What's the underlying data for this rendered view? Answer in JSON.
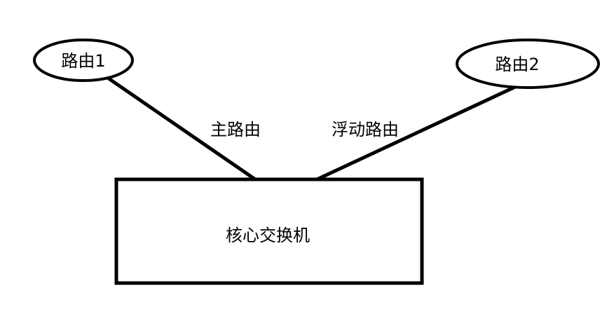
{
  "diagram": {
    "nodes": {
      "router1": {
        "label": "路由1"
      },
      "router2": {
        "label": "路由2"
      },
      "core_switch": {
        "label": "核心交换机"
      }
    },
    "edges": {
      "primary": {
        "label": "主路由",
        "from": "router1",
        "to": "core_switch"
      },
      "floating": {
        "label": "浮动路由",
        "from": "router2",
        "to": "core_switch"
      }
    },
    "colors": {
      "stroke": "#000000",
      "background": "#ffffff"
    }
  }
}
